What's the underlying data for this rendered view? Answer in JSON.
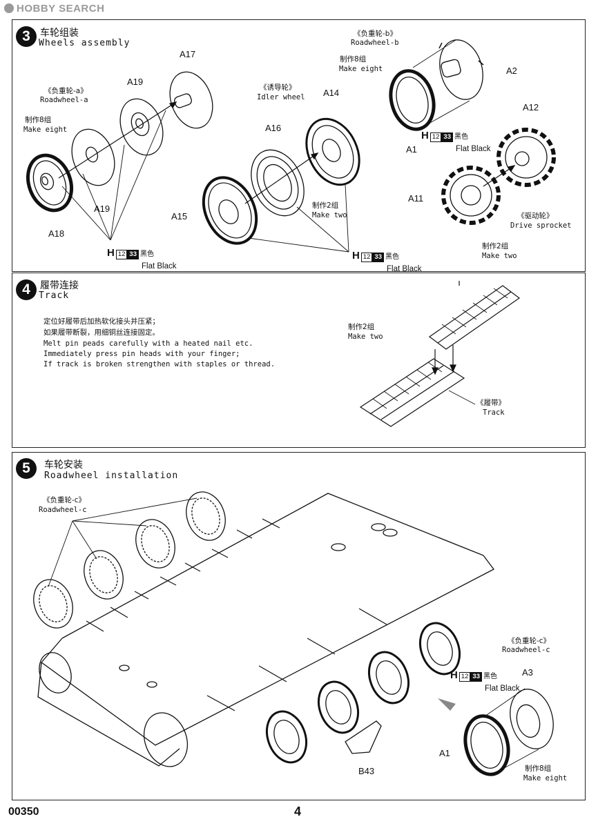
{
  "watermark": "HOBBY SEARCH",
  "page_number": "4",
  "catalog_number": "00350",
  "paint": {
    "code": "H",
    "num1": "12",
    "num2": "33",
    "name_cn": "黑色",
    "name_en": "Flat Black"
  },
  "step3": {
    "num": "3",
    "title_cn": "车轮组装",
    "title_en": "Wheels assembly",
    "roadwheel_a_cn": "《负重轮-a》",
    "roadwheel_a_en": "Roadwheel-a",
    "make_eight_cn": "制作8组",
    "make_eight_en": "Make eight",
    "idler_cn": "《诱导轮》",
    "idler_en": "Idler wheel",
    "make_two_cn": "制作2组",
    "make_two_en": "Make two",
    "roadwheel_b_cn": "《负重轮-b》",
    "roadwheel_b_en": "Roadwheel-b",
    "make_eight2_cn": "制作8组",
    "make_eight2_en": "Make eight",
    "sprocket_cn": "《驱动轮》",
    "sprocket_en": "Drive sprocket",
    "make_two2_cn": "制作2组",
    "make_two2_en": "Make two",
    "parts": {
      "a17": "A17",
      "a19": "A19",
      "a19b": "A19",
      "a18": "A18",
      "a14": "A14",
      "a16": "A16",
      "a15": "A15",
      "a2": "A2",
      "a1": "A1",
      "a12": "A12",
      "a11": "A11"
    }
  },
  "step4": {
    "num": "4",
    "title_cn": "履带连接",
    "title_en": "Track",
    "note_cn1": "定位好履带后加热软化接头并压紧；",
    "note_cn2": "如果履带断裂，用细铜丝连接固定。",
    "note_en1": "Melt pin peads carefully with a heated nail etc.",
    "note_en2": "Immediately press pin heads with your finger;",
    "note_en3": "If track is broken strengthen with staples or thread.",
    "make_two_cn": "制作2组",
    "make_two_en": "Make two",
    "track_cn": "《履带》",
    "track_en": "Track"
  },
  "step5": {
    "num": "5",
    "title_cn": "车轮安装",
    "title_en": "Roadwheel installation",
    "roadwheel_c_cn": "《负重轮-c》",
    "roadwheel_c_en": "Roadwheel-c",
    "roadwheel_c2_cn": "《负重轮-c》",
    "roadwheel_c2_en": "Roadwheel-c",
    "make_eight_cn": "制作8组",
    "make_eight_en": "Make eight",
    "parts": {
      "a3": "A3",
      "a1": "A1",
      "b43": "B43"
    }
  }
}
